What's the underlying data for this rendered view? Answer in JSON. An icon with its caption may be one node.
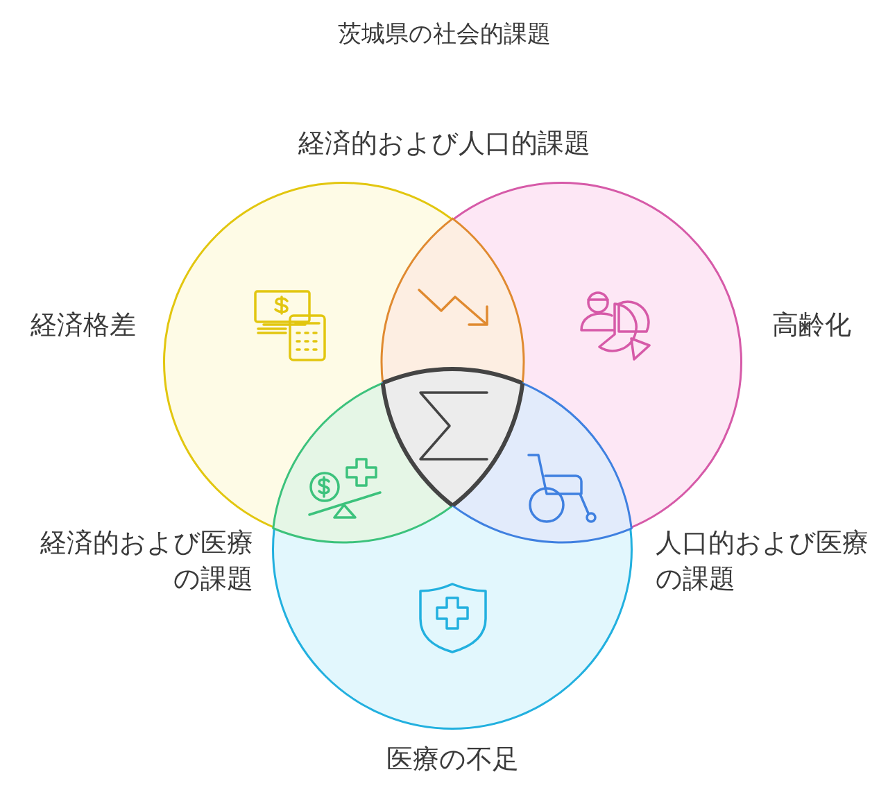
{
  "diagram": {
    "title": "茨城県の社会的課題",
    "nodes": [
      {
        "text": [
          "経済格差"
        ]
      },
      {
        "text": [
          "高齢化"
        ]
      },
      {
        "text": [
          "医療の不足"
        ]
      }
    ],
    "labels": [
      "経済的および人口的課題",
      "経済的および医療の課題",
      "人口的および医療の課題"
    ]
  }
}
